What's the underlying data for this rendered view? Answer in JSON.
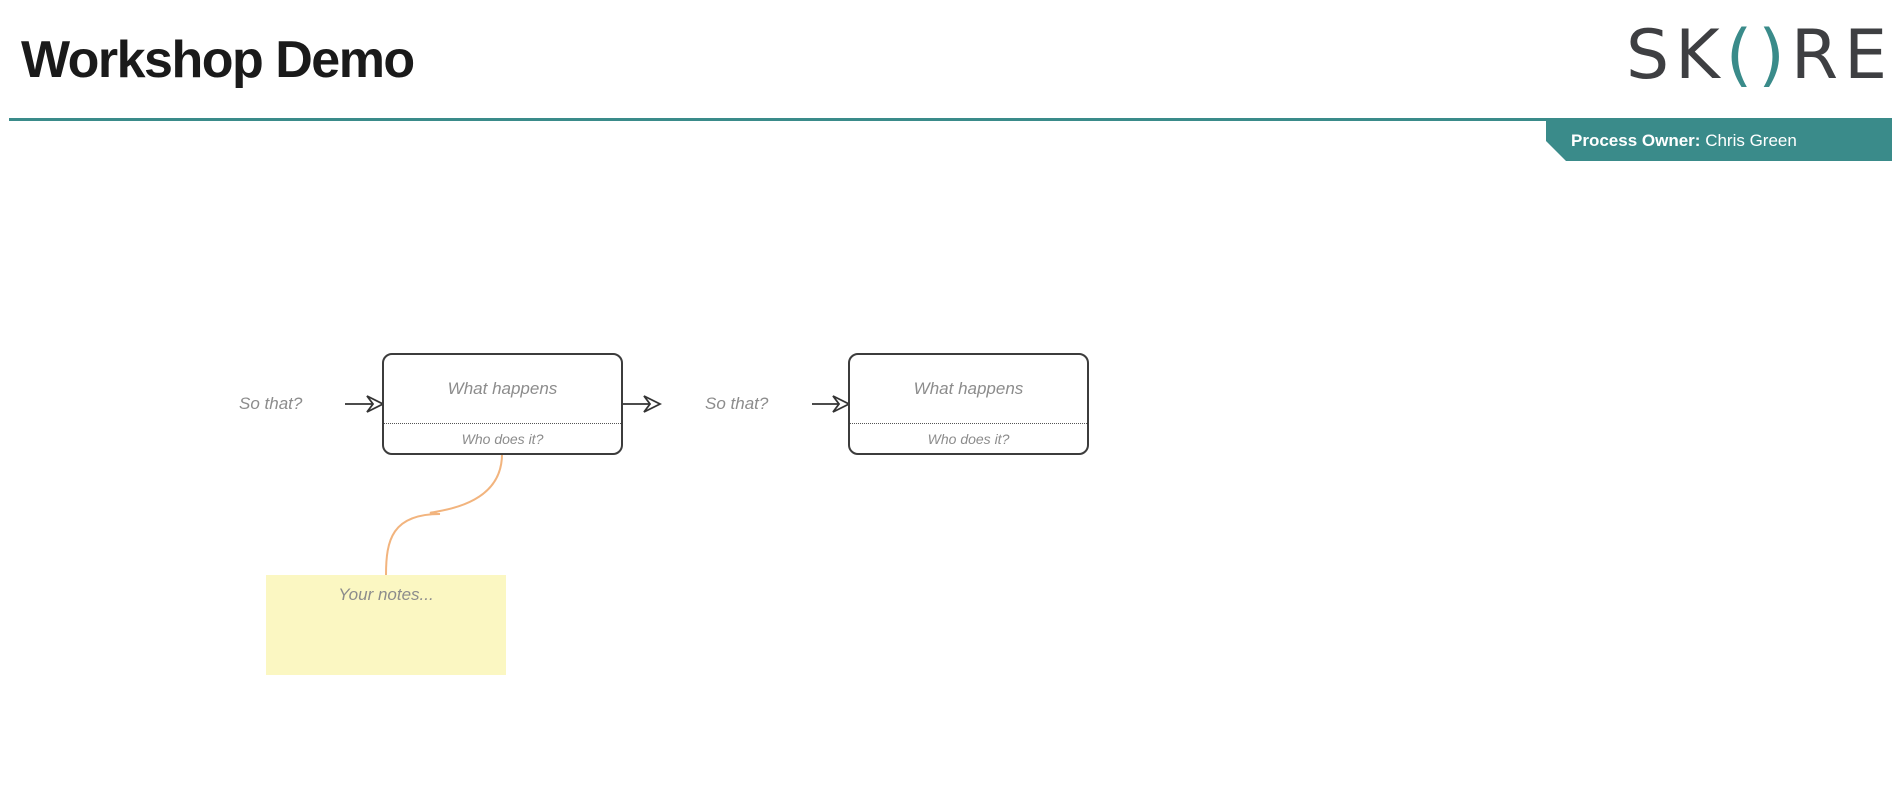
{
  "header": {
    "title": "Workshop Demo",
    "logo": {
      "part1": "SK",
      "accent_open": "(",
      "accent_close": ")",
      "part2": "RE",
      "accent_color": "#3a8b8a"
    },
    "rule_color": "#3a8b8a"
  },
  "owner": {
    "label": "Process Owner:",
    "name": "Chris Green"
  },
  "diagram": {
    "steps": [
      {
        "why": "So that?",
        "what": "What happens",
        "who": "Who does it?"
      },
      {
        "why": "So that?",
        "what": "What happens",
        "who": "Who does it?"
      }
    ],
    "note": {
      "placeholder": "Your notes..."
    },
    "connector_color": "#f2b47e"
  }
}
